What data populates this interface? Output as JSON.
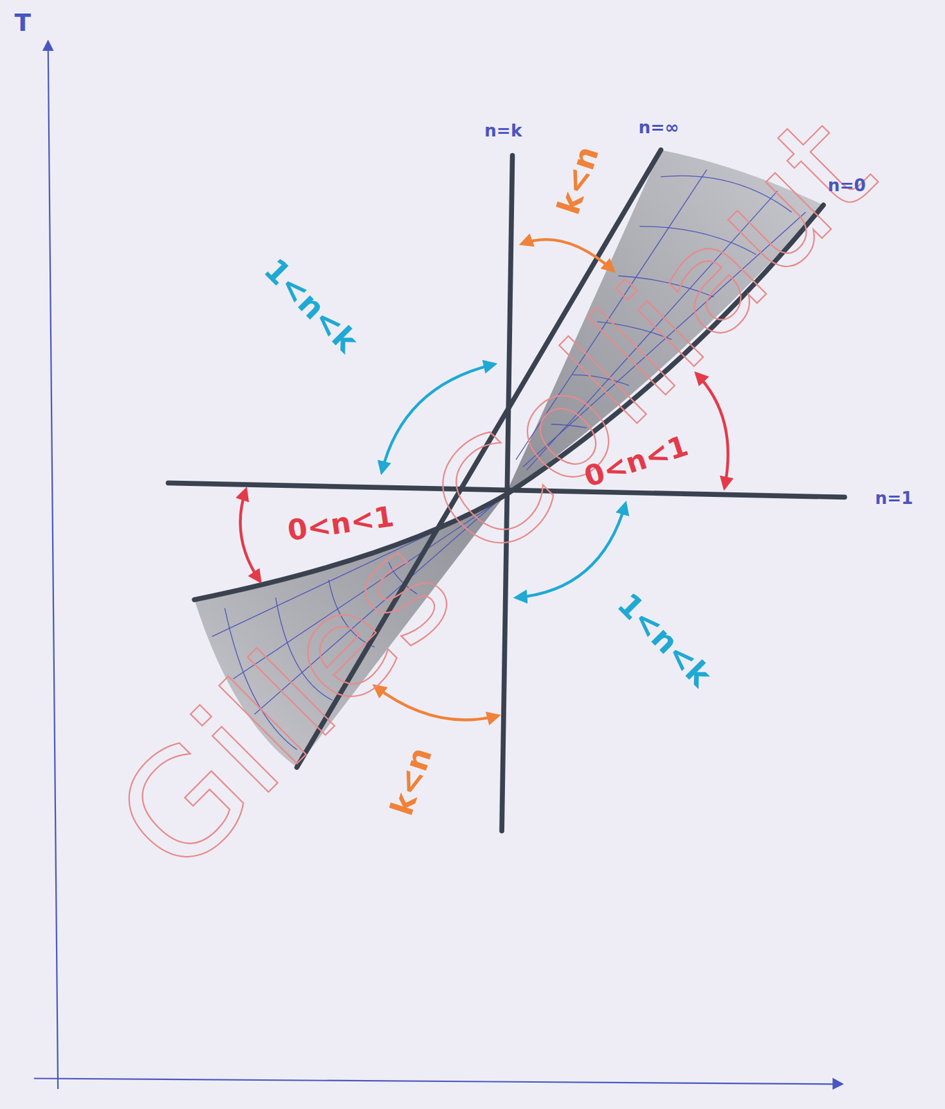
{
  "diagram": {
    "labels": [
      "T",
      "n=k",
      "n=∞",
      "n=0",
      "n=1",
      "1<n<k",
      "k<n",
      "0<n<1",
      "0<n<1",
      "1<n<k",
      "k<n",
      "Gilles Colliaut"
    ]
  }
}
